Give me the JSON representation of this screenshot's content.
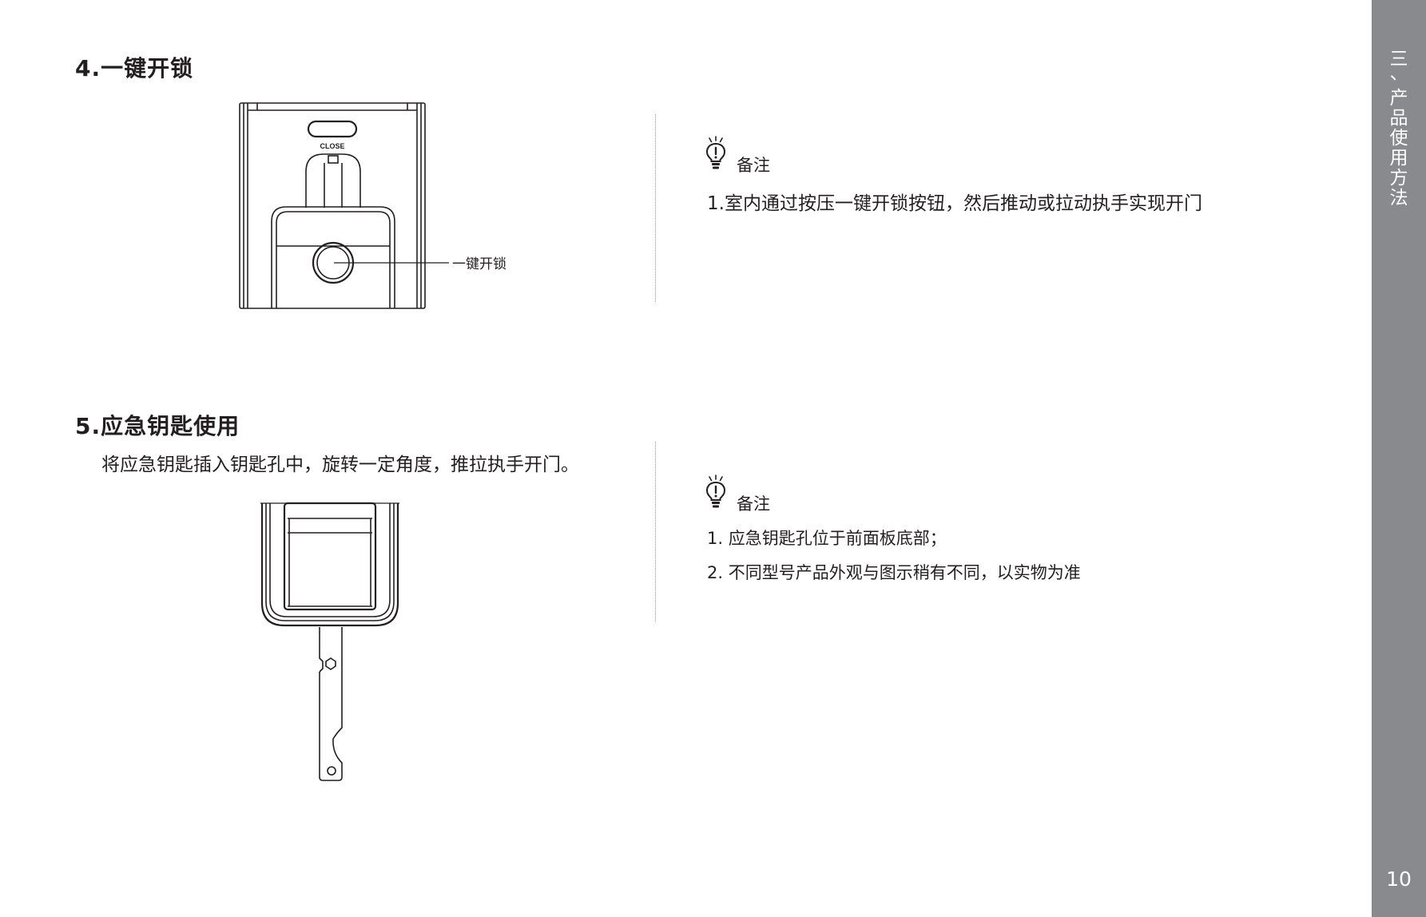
{
  "section4": {
    "title": "4.一键开锁",
    "diagram": {
      "button_text": "CLOSE",
      "callout": "一键开锁"
    },
    "note": {
      "label": "备注",
      "lines": [
        "1.室内通过按压一键开锁按钮，然后推动或拉动执手实现开门"
      ]
    }
  },
  "section5": {
    "title": "5.应急钥匙使用",
    "description": "将应急钥匙插入钥匙孔中，旋转一定角度，推拉执手开门。",
    "note": {
      "label": "备注",
      "lines": [
        "1. 应急钥匙孔位于前面板底部；",
        "2. 不同型号产品外观与图示稍有不同，以实物为准"
      ]
    }
  },
  "sidebar": {
    "chapter_chars": [
      "三",
      "、",
      "产",
      "品",
      "使",
      "用",
      "方",
      "法"
    ],
    "page_number": "10",
    "color": "#898a8d"
  },
  "icons": {
    "note": "lightbulb-exclamation-icon"
  }
}
